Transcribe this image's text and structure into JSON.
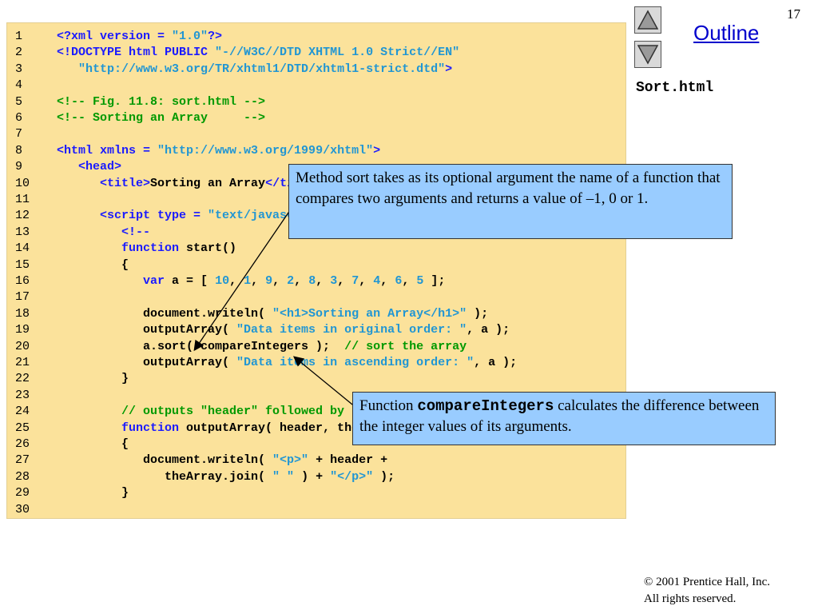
{
  "slide": {
    "page_number": "17",
    "outline_label": "Outline",
    "file_label": "Sort.html",
    "nav": {
      "up_icon": "triangle-up-icon",
      "down_icon": "triangle-down-icon"
    },
    "copyright": {
      "line1": "© 2001 Prentice Hall, Inc.",
      "line2": "All rights reserved."
    }
  },
  "code_lines": [
    {
      "n": "1",
      "segs": [
        [
          "<?xml version = ",
          "blue"
        ],
        [
          "\"1.0\"",
          "cyan"
        ],
        [
          "?>",
          "blue"
        ]
      ]
    },
    {
      "n": "2",
      "segs": [
        [
          "<!DOCTYPE html PUBLIC ",
          "blue"
        ],
        [
          "\"-//W3C//DTD XHTML 1.0 Strict//EN\"",
          "cyan"
        ]
      ]
    },
    {
      "n": "3",
      "segs": [
        [
          "   ",
          "black"
        ],
        [
          "\"http://www.w3.org/TR/xhtml1/DTD/xhtml1-strict.dtd\"",
          "cyan"
        ],
        [
          ">",
          "blue"
        ]
      ]
    },
    {
      "n": "4",
      "segs": []
    },
    {
      "n": "5",
      "segs": [
        [
          "<!-- Fig. 11.8: sort.html -->",
          "green"
        ]
      ]
    },
    {
      "n": "6",
      "segs": [
        [
          "<!-- Sorting an Array     -->",
          "green"
        ]
      ]
    },
    {
      "n": "7",
      "segs": []
    },
    {
      "n": "8",
      "segs": [
        [
          "<html xmlns = ",
          "blue"
        ],
        [
          "\"http://www.w3.org/1999/xhtml\"",
          "cyan"
        ],
        [
          ">",
          "blue"
        ]
      ]
    },
    {
      "n": "9",
      "segs": [
        [
          "   ",
          "black"
        ],
        [
          "<head>",
          "blue"
        ]
      ]
    },
    {
      "n": "10",
      "segs": [
        [
          "      ",
          "black"
        ],
        [
          "<title>",
          "blue"
        ],
        [
          "Sorting an Array",
          "black"
        ],
        [
          "</title>",
          "blue"
        ]
      ]
    },
    {
      "n": "11",
      "segs": []
    },
    {
      "n": "12",
      "segs": [
        [
          "      ",
          "black"
        ],
        [
          "<script type = ",
          "blue"
        ],
        [
          "\"text/javascript\"",
          "cyan"
        ],
        [
          ">",
          "blue"
        ]
      ]
    },
    {
      "n": "13",
      "segs": [
        [
          "         ",
          "black"
        ],
        [
          "<!--",
          "blue"
        ]
      ]
    },
    {
      "n": "14",
      "segs": [
        [
          "         ",
          "black"
        ],
        [
          "function ",
          "blue"
        ],
        [
          "start()",
          "black"
        ]
      ]
    },
    {
      "n": "15",
      "segs": [
        [
          "         {",
          "black"
        ]
      ]
    },
    {
      "n": "16",
      "segs": [
        [
          "            ",
          "black"
        ],
        [
          "var ",
          "blue"
        ],
        [
          "a = [ ",
          "black"
        ],
        [
          "10",
          "cyan"
        ],
        [
          ", ",
          "black"
        ],
        [
          "1",
          "cyan"
        ],
        [
          ", ",
          "black"
        ],
        [
          "9",
          "cyan"
        ],
        [
          ", ",
          "black"
        ],
        [
          "2",
          "cyan"
        ],
        [
          ", ",
          "black"
        ],
        [
          "8",
          "cyan"
        ],
        [
          ", ",
          "black"
        ],
        [
          "3",
          "cyan"
        ],
        [
          ", ",
          "black"
        ],
        [
          "7",
          "cyan"
        ],
        [
          ", ",
          "black"
        ],
        [
          "4",
          "cyan"
        ],
        [
          ", ",
          "black"
        ],
        [
          "6",
          "cyan"
        ],
        [
          ", ",
          "black"
        ],
        [
          "5",
          "cyan"
        ],
        [
          " ];",
          "black"
        ]
      ]
    },
    {
      "n": "17",
      "segs": []
    },
    {
      "n": "18",
      "segs": [
        [
          "            document.writeln( ",
          "black"
        ],
        [
          "\"<h1>Sorting an Array</h1>\"",
          "cyan"
        ],
        [
          " );",
          "black"
        ]
      ]
    },
    {
      "n": "19",
      "segs": [
        [
          "            outputArray( ",
          "black"
        ],
        [
          "\"Data items in original order: \"",
          "cyan"
        ],
        [
          ", a );",
          "black"
        ]
      ]
    },
    {
      "n": "20",
      "segs": [
        [
          "            a.sort( compareIntegers );  ",
          "black"
        ],
        [
          "// sort the array",
          "green"
        ]
      ]
    },
    {
      "n": "21",
      "segs": [
        [
          "            outputArray( ",
          "black"
        ],
        [
          "\"Data items in ascending order: \"",
          "cyan"
        ],
        [
          ", a );",
          "black"
        ]
      ]
    },
    {
      "n": "22",
      "segs": [
        [
          "         }",
          "black"
        ]
      ]
    },
    {
      "n": "23",
      "segs": []
    },
    {
      "n": "24",
      "segs": [
        [
          "         ",
          "black"
        ],
        [
          "// outputs \"header\" followed by the contents of \"theArray\"",
          "green"
        ]
      ]
    },
    {
      "n": "25",
      "segs": [
        [
          "         ",
          "black"
        ],
        [
          "function ",
          "blue"
        ],
        [
          "outputArray( header, theArray )",
          "black"
        ]
      ]
    },
    {
      "n": "26",
      "segs": [
        [
          "         {",
          "black"
        ]
      ]
    },
    {
      "n": "27",
      "segs": [
        [
          "            document.writeln( ",
          "black"
        ],
        [
          "\"<p>\"",
          "cyan"
        ],
        [
          " + header +",
          "black"
        ]
      ]
    },
    {
      "n": "28",
      "segs": [
        [
          "               theArray.join( ",
          "black"
        ],
        [
          "\" \"",
          "cyan"
        ],
        [
          " ) + ",
          "black"
        ],
        [
          "\"</p>\"",
          "cyan"
        ],
        [
          " );",
          "black"
        ]
      ]
    },
    {
      "n": "29",
      "segs": [
        [
          "         }",
          "black"
        ]
      ]
    },
    {
      "n": "30",
      "segs": []
    }
  ],
  "callouts": {
    "sort": "Method sort takes as its optional argument the name of a function that compares two arguments and returns a value of –1, 0 or 1.",
    "compare_before": "Function ",
    "compare_code": "compareIntegers",
    "compare_after": " calculates the difference between the integer values of its arguments."
  }
}
